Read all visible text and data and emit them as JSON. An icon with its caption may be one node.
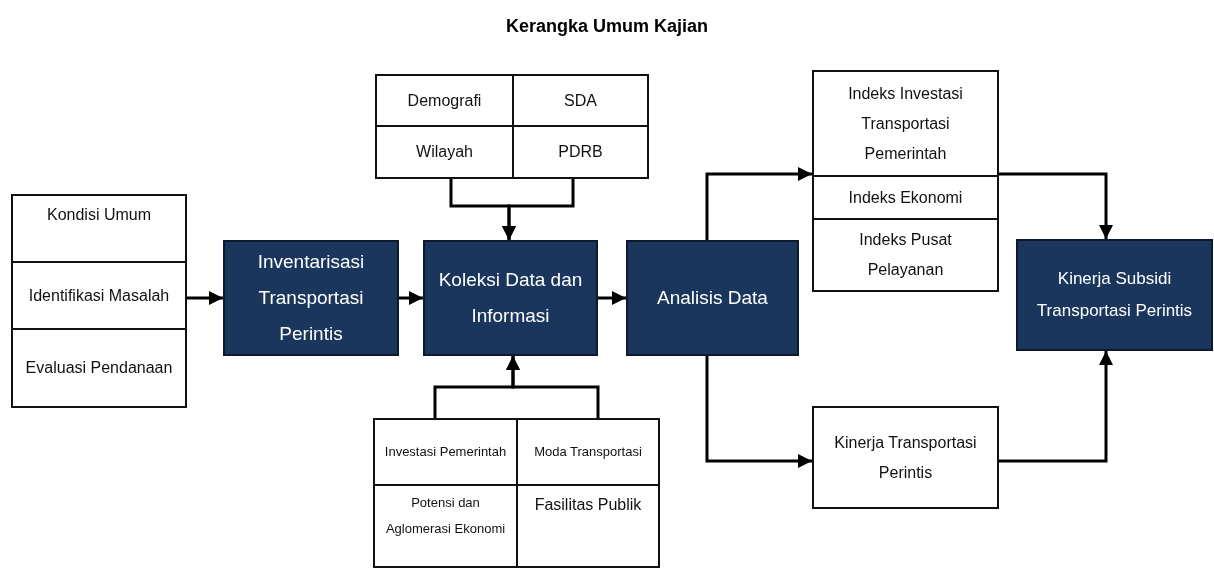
{
  "diagram": {
    "title": "Kerangka Umum Kajian",
    "nodes": [
      {
        "text": [
          "Kondisi Umum"
        ]
      },
      {
        "text": [
          "Identifikasi Masalah"
        ]
      },
      {
        "text": [
          "Evaluasi Pendanaan"
        ]
      },
      {
        "text": [
          "Inventarisasi Transportasi Perintis"
        ]
      },
      {
        "text": [
          "Demografi"
        ]
      },
      {
        "text": [
          "SDA"
        ]
      },
      {
        "text": [
          "Wilayah"
        ]
      },
      {
        "text": [
          "PDRB"
        ]
      },
      {
        "text": [
          "Koleksi Data dan Informasi"
        ]
      },
      {
        "text": [
          "Investasi Pemerintah"
        ]
      },
      {
        "text": [
          "Moda Transportasi"
        ]
      },
      {
        "text": [
          "Potensi dan Aglomerasi Ekonomi"
        ]
      },
      {
        "text": [
          "Fasilitas Publik"
        ]
      },
      {
        "text": [
          "Analisis Data"
        ]
      },
      {
        "text": [
          "Indeks Investasi Transportasi Pemerintah"
        ]
      },
      {
        "text": [
          "Indeks Ekonomi"
        ]
      },
      {
        "text": [
          "Indeks Pusat Pelayanan"
        ]
      },
      {
        "text": [
          "Kinerja Transportasi Perintis"
        ]
      },
      {
        "text": [
          "Kinerja Subsidi Transportasi Perintis"
        ]
      }
    ],
    "edges": [
      {
        "from": 1,
        "to": 3,
        "arrow": "to"
      },
      {
        "from": 3,
        "to": 8,
        "arrow": "to"
      },
      {
        "from": 6,
        "to": 8,
        "arrow": "to"
      },
      {
        "from": 7,
        "to": 8,
        "arrow": "to"
      },
      {
        "from": 9,
        "to": 8,
        "arrow": "to"
      },
      {
        "from": 10,
        "to": 8,
        "arrow": "to"
      },
      {
        "from": 8,
        "to": 13,
        "arrow": "to"
      },
      {
        "from": 13,
        "to": 14,
        "arrow": "to"
      },
      {
        "from": 13,
        "to": 17,
        "arrow": "to"
      },
      {
        "from": 14,
        "to": 18,
        "arrow": "to"
      },
      {
        "from": 17,
        "to": 18,
        "arrow": "to"
      }
    ]
  }
}
